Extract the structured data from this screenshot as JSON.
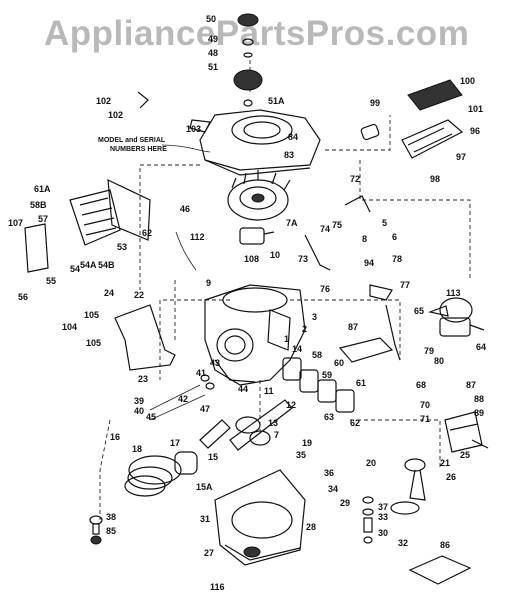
{
  "watermark": "AppliancePartsPros.com",
  "note": {
    "line1": "MODEL and SERIAL",
    "line2": "NUMBERS HERE"
  },
  "callouts": [
    "50",
    "49",
    "48",
    "51",
    "51A",
    "102",
    "102",
    "103",
    "84",
    "83",
    "99",
    "100",
    "101",
    "96",
    "97",
    "98",
    "61A",
    "58B",
    "57",
    "107",
    "62",
    "53",
    "54A",
    "54B",
    "54",
    "55",
    "56",
    "46",
    "112",
    "72",
    "7A",
    "74",
    "75",
    "5",
    "6",
    "8",
    "73",
    "76",
    "108",
    "10",
    "9",
    "94",
    "78",
    "77",
    "113",
    "65",
    "64",
    "22",
    "24",
    "105",
    "104",
    "105",
    "3",
    "2",
    "1",
    "87",
    "14",
    "58",
    "60",
    "59",
    "61",
    "63",
    "62",
    "79",
    "80",
    "68",
    "43",
    "41",
    "44",
    "23",
    "40",
    "42",
    "45",
    "39",
    "47",
    "11",
    "12",
    "13",
    "7",
    "19",
    "70",
    "71",
    "88",
    "89",
    "87",
    "18",
    "17",
    "16",
    "15",
    "15A",
    "20",
    "21",
    "26",
    "25",
    "36",
    "34",
    "35",
    "29",
    "37",
    "33",
    "30",
    "32",
    "31",
    "28",
    "27",
    "38",
    "85",
    "86",
    "116"
  ]
}
